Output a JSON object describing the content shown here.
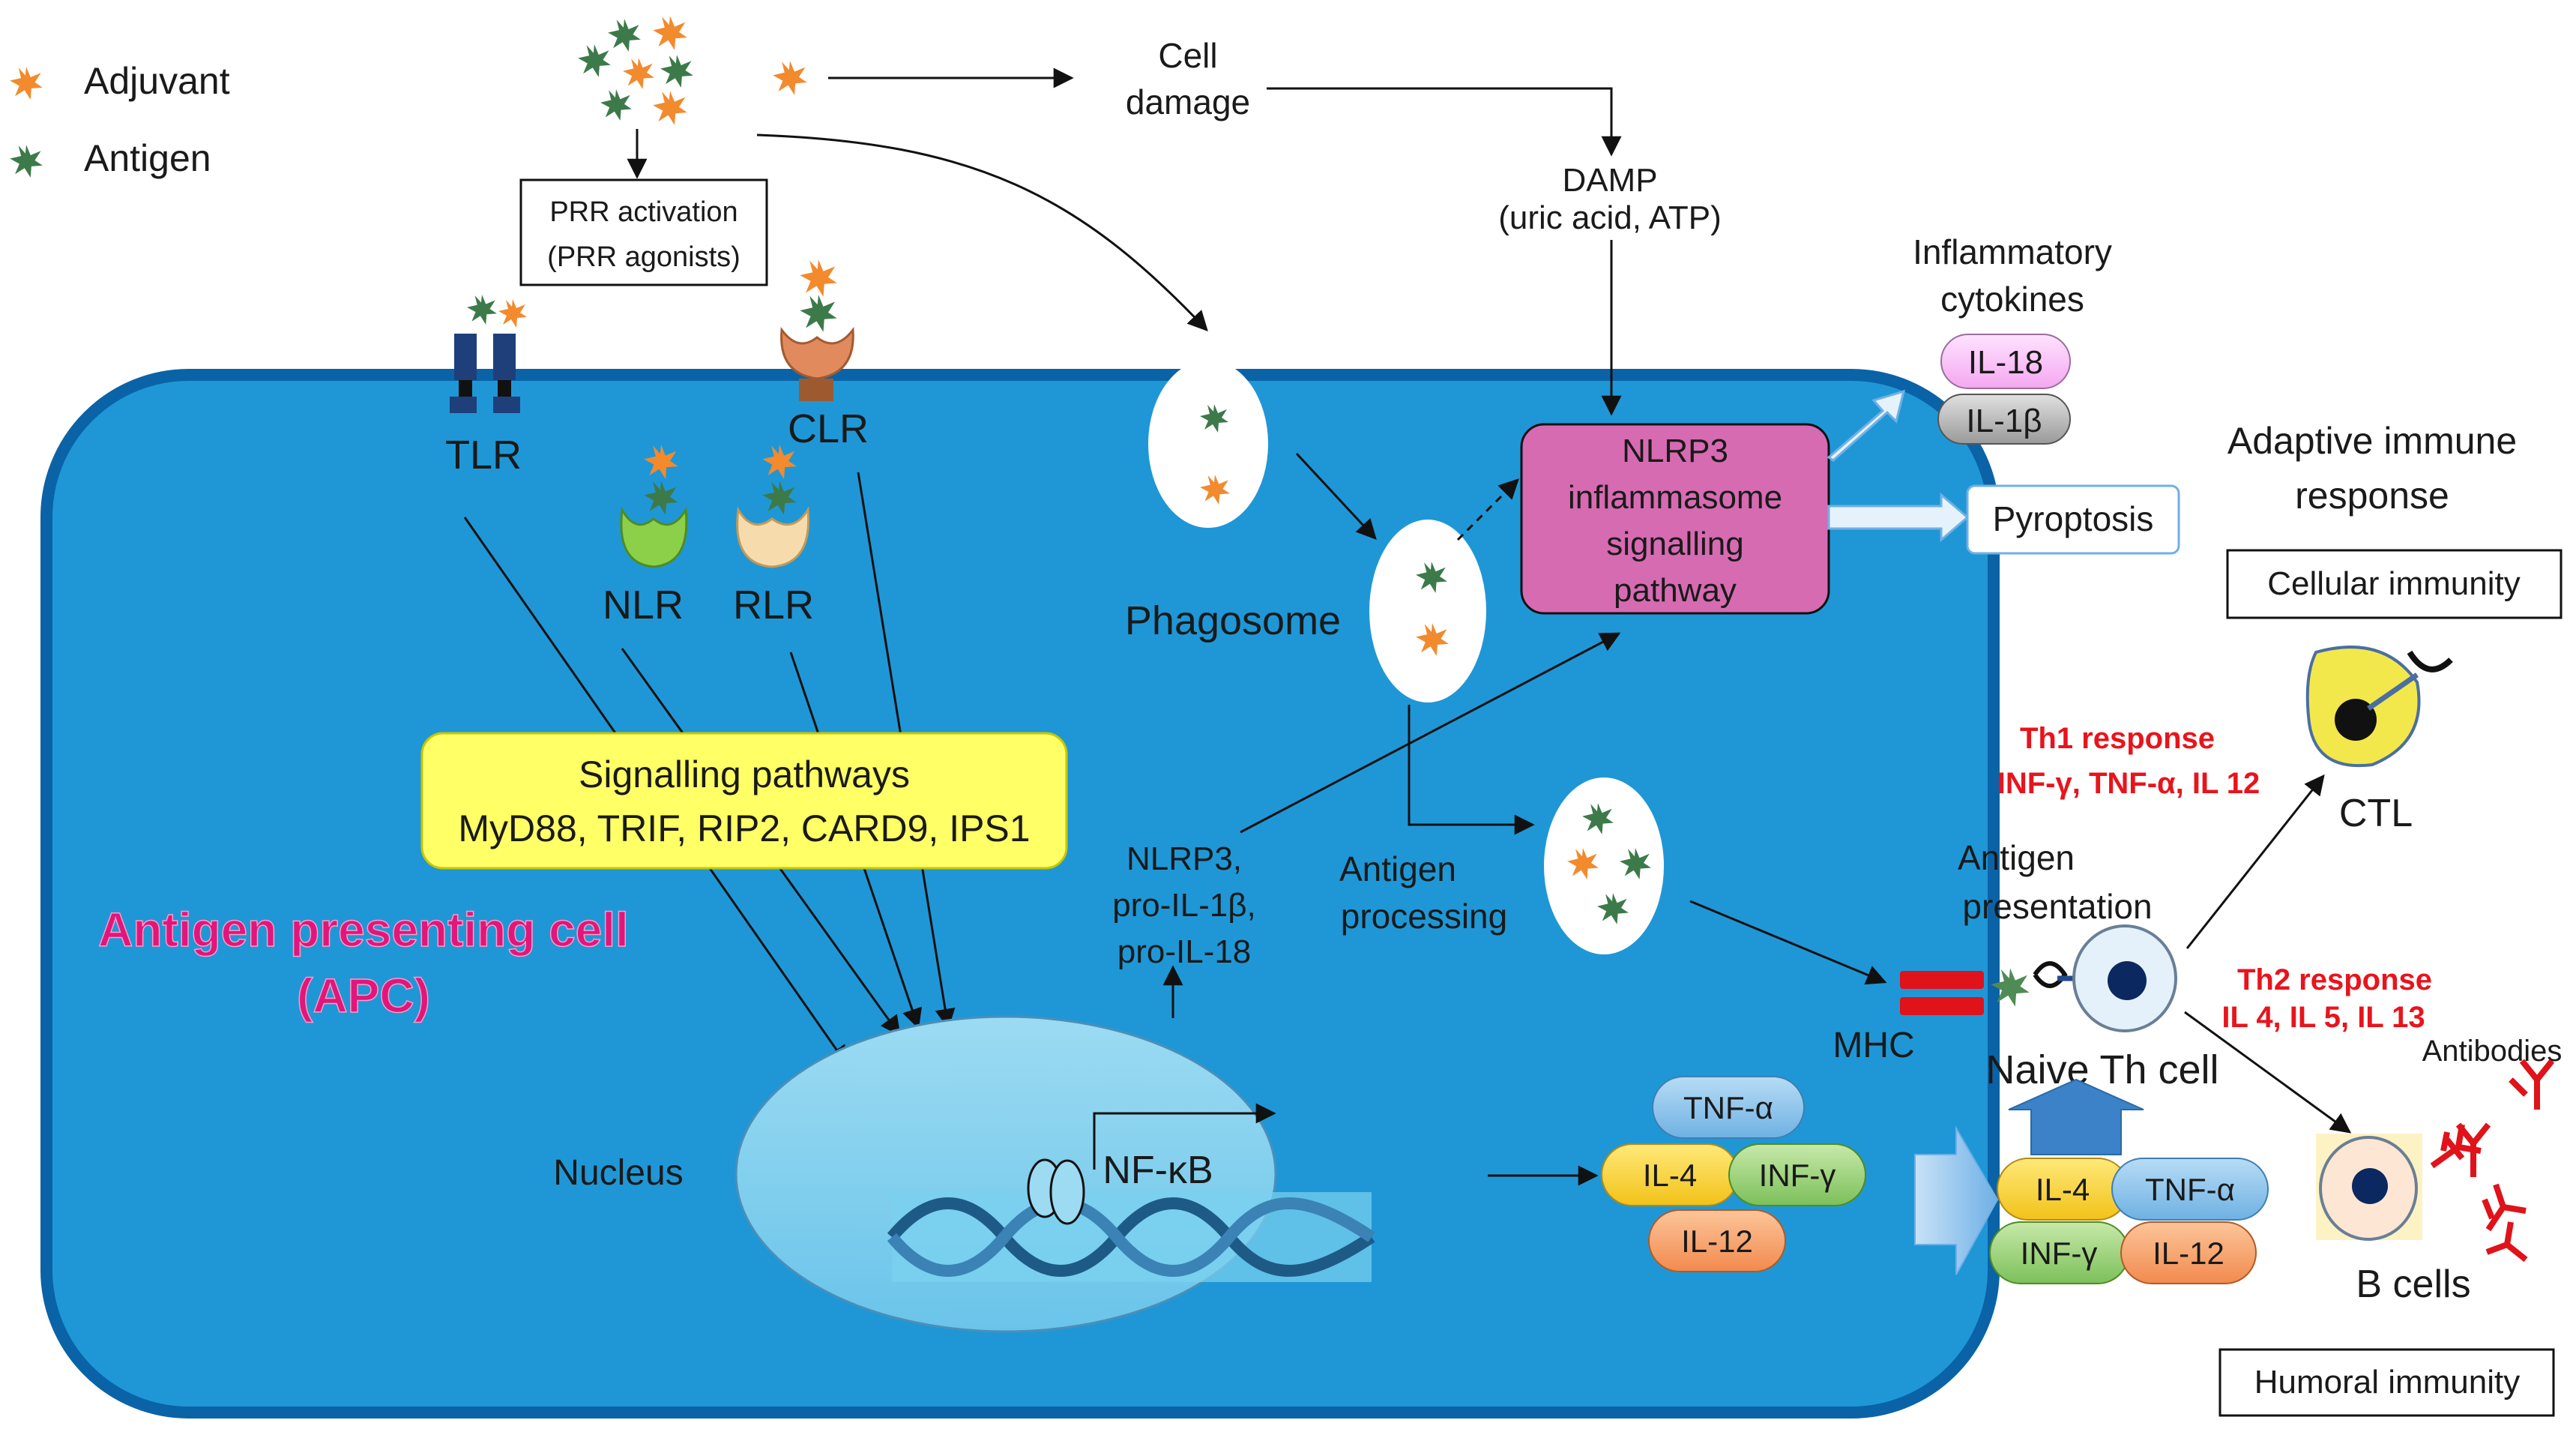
{
  "legend": {
    "adjuvant": "Adjuvant",
    "antigen": "Antigen"
  },
  "top": {
    "prr_line1": "PRR activation",
    "prr_line2": "(PRR agonists)",
    "cell_damage_line1": "Cell",
    "cell_damage_line2": "damage",
    "damp_line1": "DAMP",
    "damp_line2": "(uric acid, ATP)"
  },
  "receptors": {
    "tlr": "TLR",
    "clr": "CLR",
    "nlr": "NLR",
    "rlr": "RLR"
  },
  "signalling": {
    "line1": "Signalling pathways",
    "line2": "MyD88, TRIF, RIP2, CARD9, IPS1"
  },
  "apc": {
    "line1": "Antigen presenting cell",
    "line2": "(APC)"
  },
  "nucleus": {
    "label": "Nucleus",
    "nfkb": "NF-κB"
  },
  "phagosome": "Phagosome",
  "nlrp3_products": {
    "line1": "NLRP3,",
    "line2": "pro-IL-1β,",
    "line3": "pro-IL-18"
  },
  "antigen_processing": {
    "line1": "Antigen",
    "line2": "processing"
  },
  "nlrp3_box": {
    "line1": "NLRP3",
    "line2": "inflammasome",
    "line3": "signalling",
    "line4": "pathway"
  },
  "inflammatory": {
    "line1": "Inflammatory",
    "line2": "cytokines",
    "il18": "IL-18",
    "il1b": "IL-1β"
  },
  "pyroptosis": "Pyroptosis",
  "adaptive": {
    "line1": "Adaptive immune",
    "line2": "response",
    "cellular": "Cellular immunity",
    "humoral": "Humoral immunity"
  },
  "th1": {
    "line1": "Th1 response",
    "line2": "INF-γ, TNF-α, IL 12"
  },
  "th2": {
    "line1": "Th2 response",
    "line2": "IL 4, IL 5, IL 13"
  },
  "ctl": "CTL",
  "antigen_presentation": {
    "line1": "Antigen",
    "line2": "presentation"
  },
  "naive_th": "Naive Th cell",
  "mhc": "MHC",
  "antibodies": "Antibodies",
  "b_cells": "B cells",
  "cytokines_inside": {
    "tnf": "TNF-α",
    "il4": "IL-4",
    "infg": "INF-γ",
    "il12": "IL-12"
  },
  "cytokines_outside": {
    "il4": "IL-4",
    "tnf": "TNF-α",
    "infg": "INF-γ",
    "il12": "IL-12"
  },
  "colors": {
    "apc_fill": "#1f97d6",
    "apc_stroke": "#0a63a6",
    "adjuvant": "#f28a2e",
    "antigen": "#3d7a4a",
    "th_response": "#e8141c",
    "apc_title": "#e0177a",
    "nlrp3_fill": "#d66bb2",
    "signalling_fill": "#ffff66"
  }
}
